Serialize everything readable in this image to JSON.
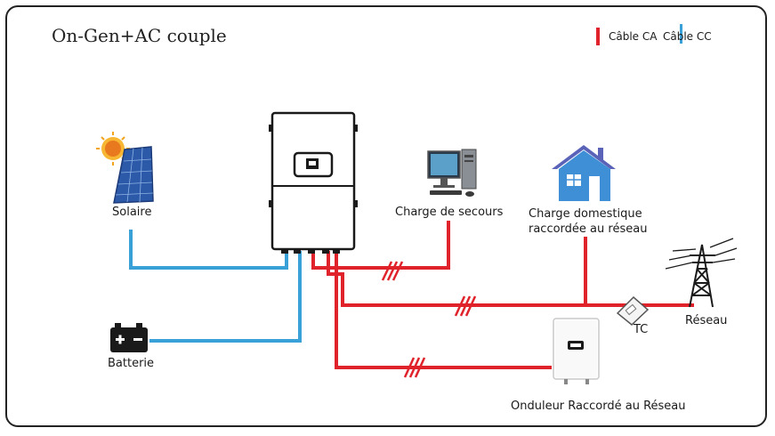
{
  "title": "On-Gen+AC couple",
  "legend": {
    "ac_label": "Câble CA",
    "dc_label": "Câble CC",
    "ac_color": "#e0222b",
    "dc_color": "#3aa0d8"
  },
  "labels": {
    "solar": "Solaire",
    "backup_load": "Charge de secours",
    "home_load_line1": "Charge domestique",
    "home_load_line2": "raccordée au réseau",
    "grid": "Réseau",
    "ct": "TC",
    "battery": "Batterie",
    "grid_tied_inverter": "Onduleur Raccordé au Réseau"
  },
  "icons": {
    "solar": "solar-panel-icon",
    "inverter": "hybrid-inverter-icon",
    "computer": "computer-icon",
    "house": "house-icon",
    "tower": "power-tower-icon",
    "ct": "current-transformer-icon",
    "battery": "battery-icon",
    "grid_inverter": "grid-tied-inverter-icon"
  }
}
